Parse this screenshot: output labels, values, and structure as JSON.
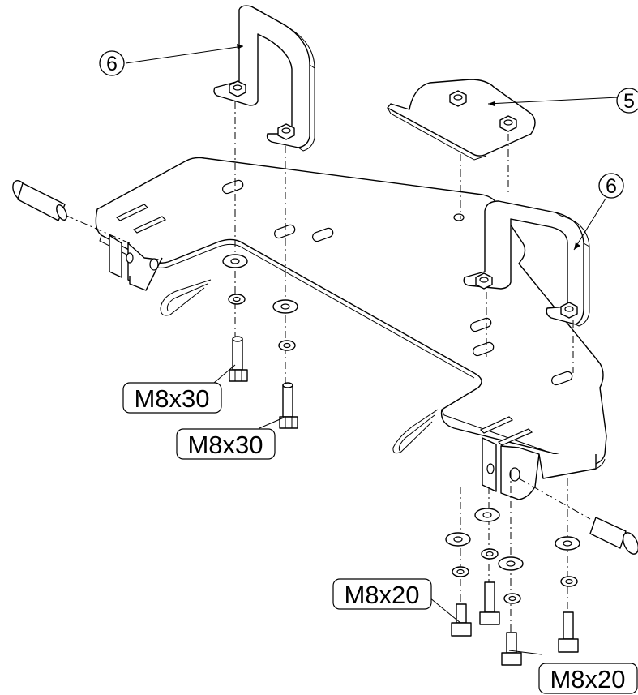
{
  "callouts": {
    "part6_left": "6",
    "part6_right": "6",
    "part5": "5"
  },
  "bolt_labels": {
    "upper_left_1": "M8x30",
    "upper_left_2": "M8x30",
    "lower_right_1": "M8x20",
    "lower_right_2": "M8x20"
  },
  "colors": {
    "line": "#000000",
    "fill": "#ffffff"
  }
}
